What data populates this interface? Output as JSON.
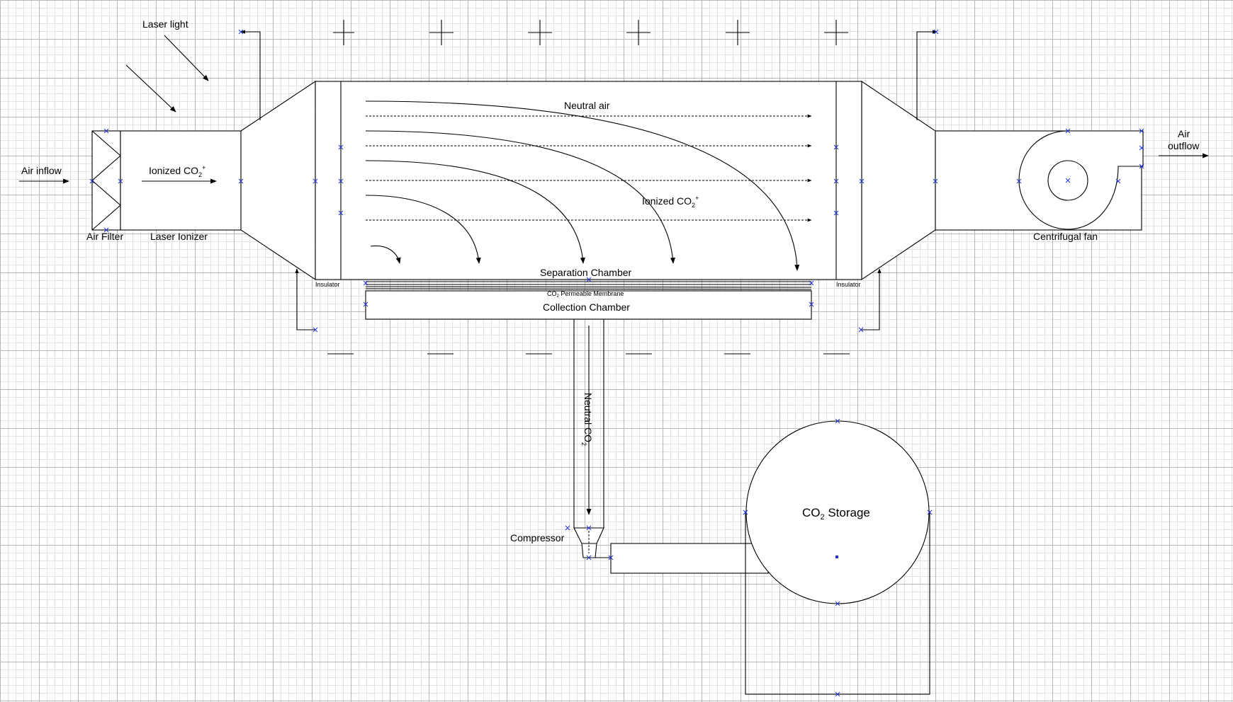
{
  "labels": {
    "laser_light": "Laser light",
    "air_inflow": "Air inflow",
    "ionized_in_chamber": "Ionized CO",
    "ionized_sup": "+",
    "ionized_sub": "2",
    "air_filter": "Air Filter",
    "laser_ionizer": "Laser Ionizer",
    "neutral_air": "Neutral air",
    "ionized_main": "Ionized CO",
    "separation_chamber": "Separation Chamber",
    "membrane": "CO",
    "membrane_rest": " Permeable Membrane",
    "collection_chamber": "Collection Chamber",
    "insulator_left": "Insulator",
    "insulator_right": "Insulator",
    "air_outflow_line1": "Air",
    "air_outflow_line2": "outflow",
    "centrifugal_fan": "Centrifugal fan",
    "neutral_co2": "Neutral CO",
    "compressor": "Compressor",
    "storage": "CO",
    "storage_rest": " Storage"
  },
  "electrodes": {
    "top_symbol": "+",
    "bottom_symbol": "−"
  }
}
